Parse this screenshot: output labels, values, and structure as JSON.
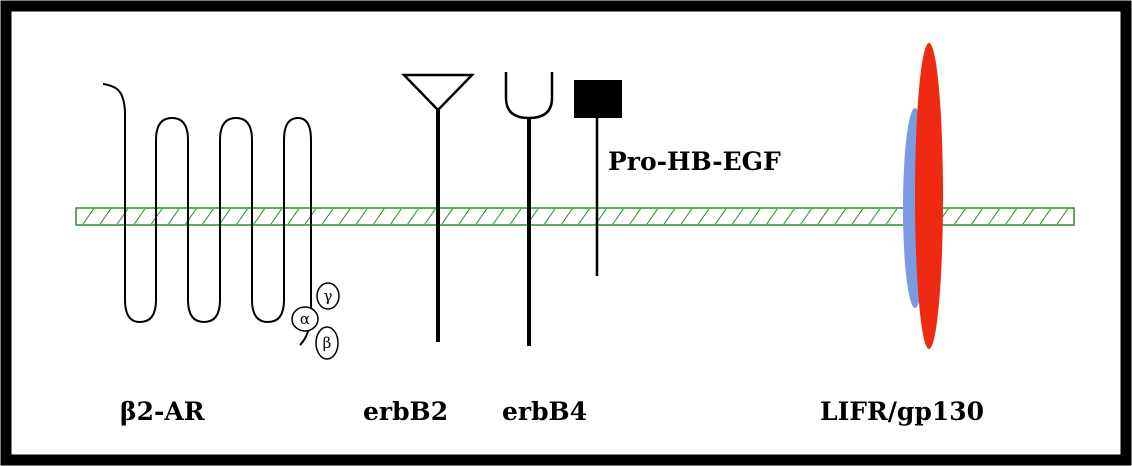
{
  "labels": {
    "beta2_ar": "β2-AR",
    "erbb2": "erbB2",
    "erbb4": "erbB4",
    "pro_hb_egf": "Pro-HB-EGF",
    "lifr_gp130": "LIFR/gp130"
  },
  "g_protein": {
    "alpha": "α",
    "beta": "β",
    "gamma": "γ"
  },
  "colors": {
    "frame": "#000000",
    "membrane_hatch": "#2e8b2e",
    "lifr": "#7b9ae0",
    "gp130": "#ee2a12"
  }
}
